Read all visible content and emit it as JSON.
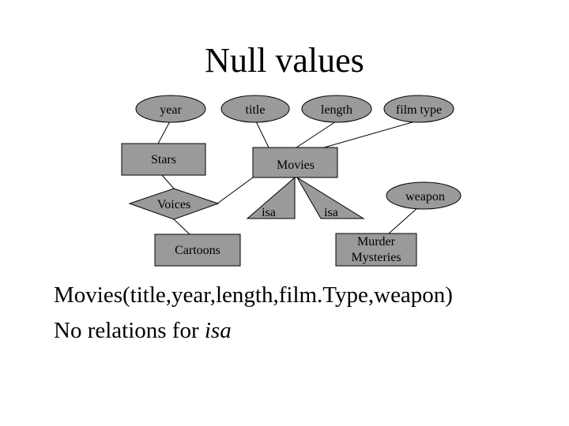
{
  "title": "Null values",
  "colors": {
    "shape_fill": "#9a9a9a",
    "stroke": "#000000",
    "background": "#ffffff"
  },
  "diagram": {
    "attributes": {
      "year": "year",
      "title": "title",
      "length": "length",
      "film_type": "film type",
      "weapon": "weapon"
    },
    "entities": {
      "stars": "Stars",
      "movies": "Movies",
      "cartoons": "Cartoons",
      "murder_mysteries_line1": "Murder",
      "murder_mysteries_line2": "Mysteries"
    },
    "relationships": {
      "voices": "Voices"
    },
    "isa": {
      "left": "isa",
      "right": "isa"
    }
  },
  "body": {
    "line1": "Movies(title,year,length,film.Type,weapon)",
    "line2_prefix": "No relations for ",
    "line2_italic": "isa"
  }
}
